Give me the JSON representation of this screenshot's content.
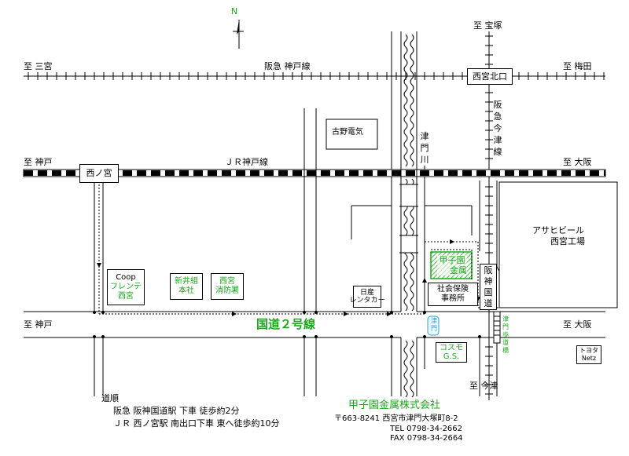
{
  "compass": {
    "label": "N"
  },
  "directions": {
    "to_takarazuka": "至 宝塚",
    "to_sannomiya": "至 三宮",
    "to_umeda": "至 梅田",
    "to_kobe_jr": "至 神戸",
    "to_osaka_jr": "至 大阪",
    "to_kobe_route2": "至 神戸",
    "to_osaka_route2": "至 大阪",
    "to_imazu": "至 今津"
  },
  "rail_lines": {
    "hankyu_kobe": "阪急 神戸線",
    "jr_kobe": "ＪＲ神戸線",
    "hankyu_imazu": "阪急今津線"
  },
  "stations": {
    "nishinomiya_kitaguchi": "西宮北口",
    "nishinomiya_jr": "西ノ宮",
    "hanshin_kokudo": "阪神国道"
  },
  "river": "津門川",
  "road": "国道２号線",
  "landmarks": {
    "furuno": "古野電気",
    "coop": [
      "Coop",
      "フレンテ",
      "西宮"
    ],
    "arai": [
      "新井組",
      "本社"
    ],
    "fire_station": [
      "西宮",
      "消防署"
    ],
    "nissan": [
      "日産",
      "レンタカー"
    ],
    "social_insurance": [
      "社会保険",
      "事務所"
    ],
    "asahi": [
      "アサヒビール",
      "西宮工場"
    ],
    "cosmo": [
      "コスモ",
      "G.S."
    ],
    "toyota": [
      "トヨタ",
      "Netz"
    ],
    "koshien_marker": [
      "甲子園",
      "金属"
    ],
    "tsumon_bridge_south": "津門",
    "footbridge": "津門歩道橋"
  },
  "directions_text": {
    "heading": "道順",
    "line1": "阪急 阪神国道駅 下車 徒歩約2分",
    "line2": "ＪＲ 西ノ宮駅 南出口下車 東へ徒歩約10分"
  },
  "company": {
    "name": "甲子園金属株式会社",
    "address": "〒663-8241 西宮市津門大塚町8-2",
    "tel": "TEL 0798-34-2662",
    "fax": "FAX 0798-34-2664"
  },
  "colors": {
    "accent": "#1aa81a",
    "river_blue": "#3aa0d8"
  }
}
